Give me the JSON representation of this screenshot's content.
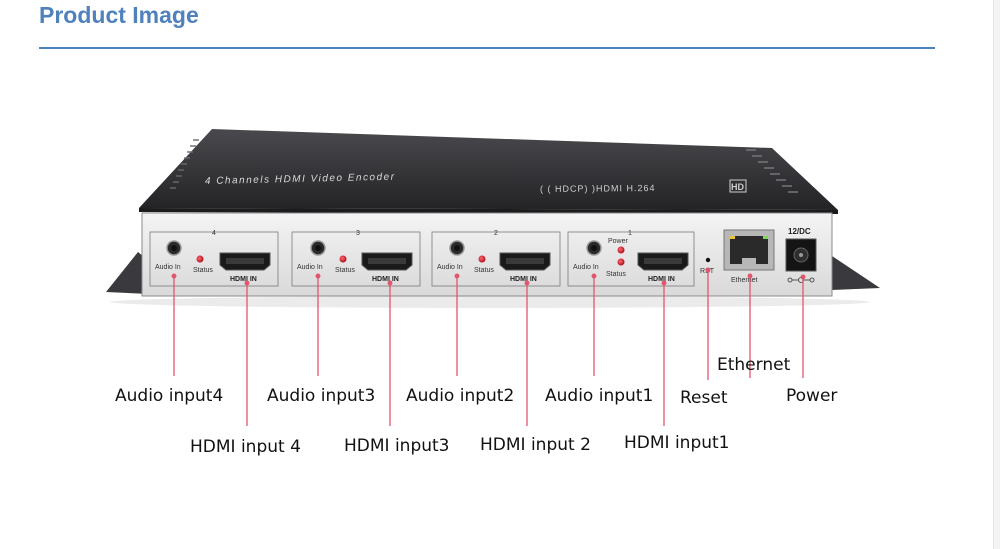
{
  "page": {
    "title": "Product Image"
  },
  "device": {
    "top_label": "4 Channels  HDMI Video Encoder",
    "top_sublabel": "( ( HDCP) )HDMI H.264",
    "hd_mark": "HD",
    "channels": [
      {
        "number": "4",
        "audio_label": "Audio In",
        "status_label": "Status",
        "hdmi_label": "HDMI IN"
      },
      {
        "number": "3",
        "audio_label": "Audio In",
        "status_label": "Status",
        "hdmi_label": "HDMI IN"
      },
      {
        "number": "2",
        "audio_label": "Audio In",
        "status_label": "Status",
        "hdmi_label": "HDMI IN"
      },
      {
        "number": "1",
        "audio_label": "Audio In",
        "status_label": "Status",
        "hdmi_label": "HDMI IN",
        "power_label": "Power"
      }
    ],
    "rst_label": "RST",
    "ethernet_port_label": "Ethernet",
    "dc_label": "12/DC"
  },
  "callouts": {
    "audio4": "Audio input4",
    "audio3": "Audio input3",
    "audio2": "Audio input2",
    "audio1": "Audio input1",
    "reset": "Reset",
    "ethernet": "Ethernet",
    "power": "Power",
    "hdmi4": "HDMI input 4",
    "hdmi3": "HDMI input3",
    "hdmi2": "HDMI input 2",
    "hdmi1": "HDMI input1"
  },
  "colors": {
    "title": "#4f81bd",
    "callout_line": "#e0566f",
    "led": "#c8102e"
  }
}
